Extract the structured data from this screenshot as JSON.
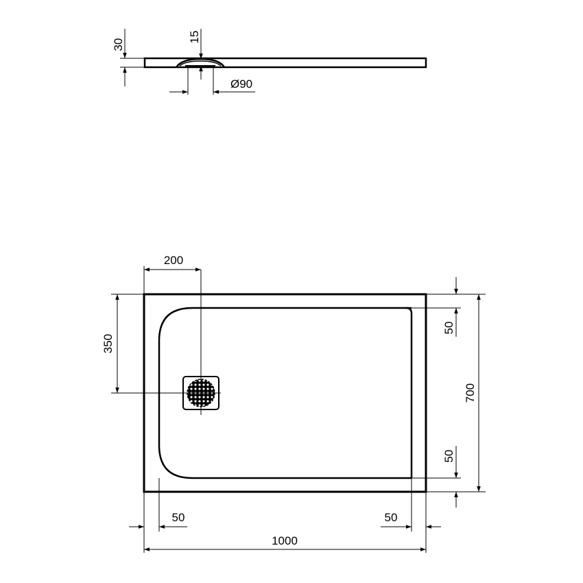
{
  "drawing": {
    "type": "technical drawing - shower tray",
    "side_view": {
      "thickness_label": "30",
      "drain_depth_label": "15",
      "drain_diameter_label": "Ø90"
    },
    "top_view": {
      "drain_offset_x_label": "200",
      "drain_offset_y_label": "350",
      "width_label": "1000",
      "depth_label": "700",
      "margin_left_label": "50",
      "margin_right_label": "50",
      "margin_top_label": "50",
      "margin_bottom_label": "50"
    },
    "colors": {
      "line": "#000000",
      "background": "#ffffff"
    }
  }
}
